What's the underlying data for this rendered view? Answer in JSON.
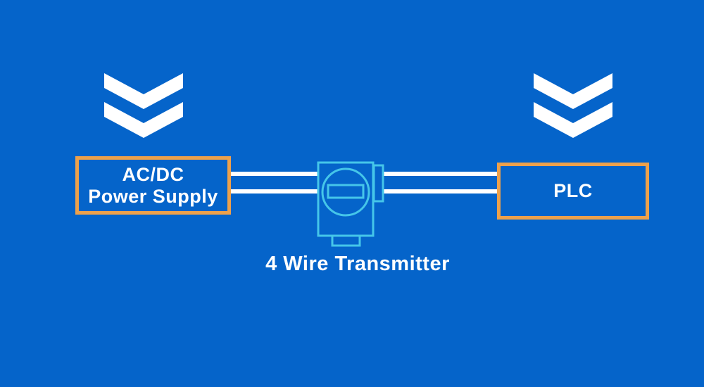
{
  "diagram": {
    "title": "4 wire transmitter wiring diagram",
    "colors": {
      "background": "#0564ca",
      "box_border_orange": "#eda14b",
      "transmitter_cyan": "#45c6e9",
      "wire_white": "#ffffff",
      "text_white": "#ffffff"
    },
    "icons": {
      "left_arrow": "double-chevron-down-icon",
      "right_arrow": "double-chevron-down-icon",
      "transmitter": "transmitter-device-icon"
    },
    "nodes": {
      "power_supply": {
        "label_line1": "AC/DC",
        "label_line2": "Power Supply"
      },
      "plc": {
        "label": "PLC"
      },
      "transmitter": {
        "label": "4 Wire Transmitter"
      }
    },
    "connections": [
      "power_supply to transmitter: 2 wires",
      "transmitter to plc: 2 wires"
    ]
  }
}
